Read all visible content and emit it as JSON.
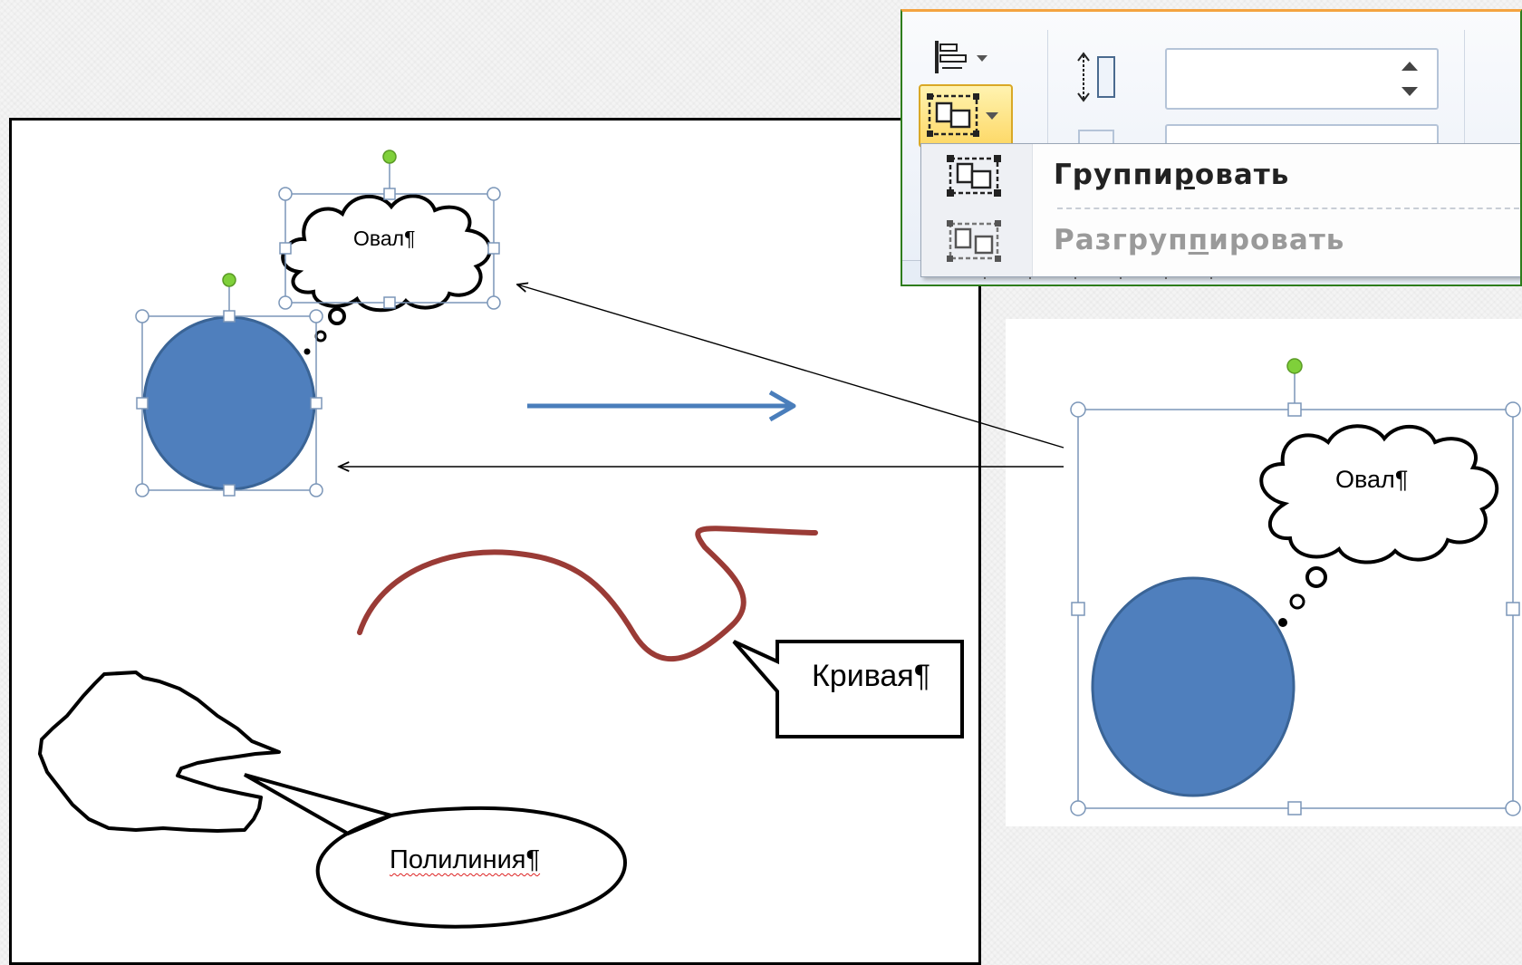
{
  "ribbon": {
    "align_icon": "align-left-icon",
    "group_icon": "group-objects-icon",
    "height_icon": "shape-height-icon",
    "height_value": "",
    "menu": {
      "items": [
        {
          "label_before": "Группи",
          "accel": "р",
          "label_after": "овать",
          "icon": "group-icon",
          "enabled": true
        },
        {
          "label_before": "Разгруп",
          "accel": "п",
          "label_after": "ировать",
          "icon": "ungroup-icon",
          "enabled": false
        }
      ]
    }
  },
  "left_doc": {
    "callout_oval_text": "Овал¶",
    "callout_curve_text": "Кривая¶",
    "callout_polyline_text": "Полилиния¶"
  },
  "right_group": {
    "callout_oval_text": "Овал¶"
  },
  "colors": {
    "circle_fill": "#4f7fbd",
    "circle_stroke": "#3a6496",
    "curve_stroke": "#9a3b36",
    "arrow_blue": "#4a7ebb",
    "handle_green": "#7fd03a",
    "handle_stroke": "#7b96b8",
    "ribbon_highlight": "#fdd866",
    "ribbon_border": "#2e7d1c"
  }
}
